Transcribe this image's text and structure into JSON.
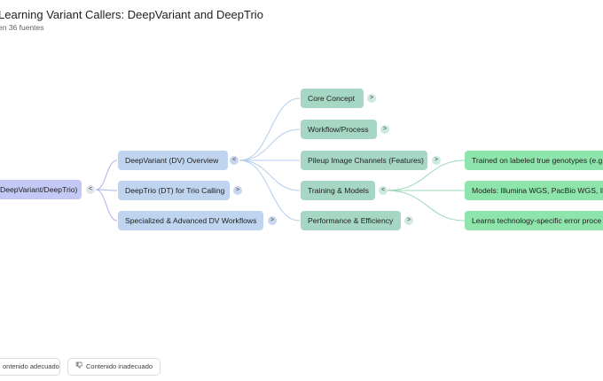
{
  "header": {
    "title": "Learning Variant Callers: DeepVariant and DeepTrio",
    "subtitle": "en 36 fuentes"
  },
  "mindmap": {
    "root": {
      "label": "DeepVariant/DeepTrio)",
      "toggle": "<"
    },
    "level1": [
      {
        "label": "DeepVariant (DV) Overview",
        "toggle": "<"
      },
      {
        "label": "DeepTrio (DT) for Trio Calling",
        "toggle": ">"
      },
      {
        "label": "Specialized & Advanced DV Workflows",
        "toggle": ">"
      }
    ],
    "level2": [
      {
        "label": "Core Concept",
        "toggle": ">"
      },
      {
        "label": "Workflow/Process",
        "toggle": ">"
      },
      {
        "label": "Pileup Image Channels (Features)",
        "toggle": ">"
      },
      {
        "label": "Training & Models",
        "toggle": "<"
      },
      {
        "label": "Performance & Efficiency",
        "toggle": ">"
      }
    ],
    "level3": [
      {
        "label": "Trained on labeled true genotypes (e.g."
      },
      {
        "label": "Models: Illumina WGS, PacBio WGS, Illu"
      },
      {
        "label": "Learns technology-specific error proce"
      }
    ]
  },
  "footer": {
    "good_label": "ontenido adecuado",
    "bad_label": "Contenido inadecuado",
    "good_icon": "thumbs-up-icon",
    "bad_icon": "thumbs-down-icon"
  },
  "colors": {
    "root": "#c4c8f5",
    "level1": "#bfd4ef",
    "level2": "#a6d7c4",
    "level3": "#8ee5ab",
    "link_root": "#aab4ee",
    "link_l1": "#b5cdeb",
    "link_l2": "#9ed8b9"
  }
}
